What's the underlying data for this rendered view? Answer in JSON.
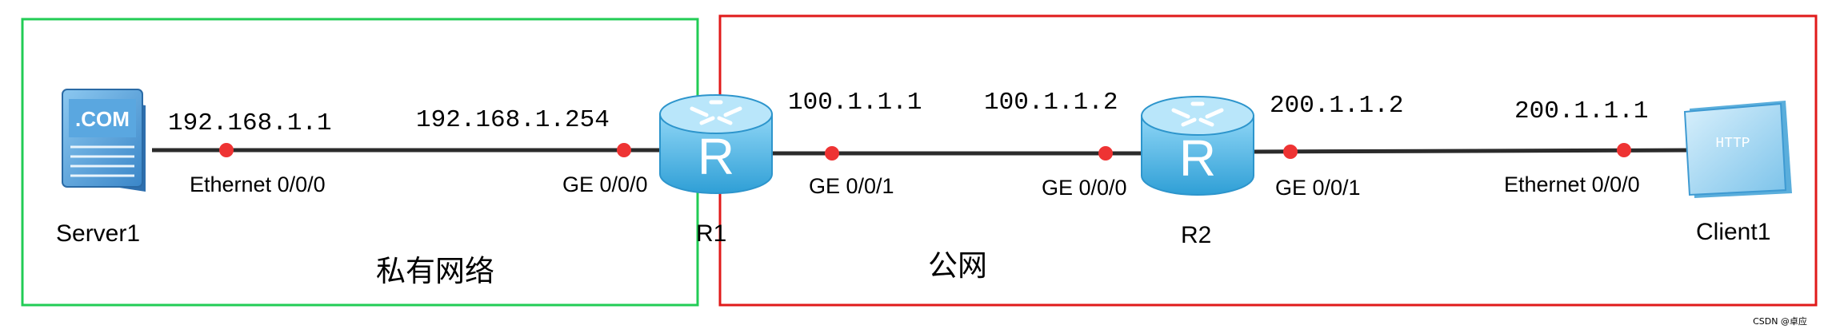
{
  "zones": {
    "private": {
      "label": "私有网络",
      "color": "#22cc55"
    },
    "public": {
      "label": "公网",
      "color": "#e01a1a"
    }
  },
  "devices": {
    "server": {
      "label": "Server1",
      "icon": "server-com-icon",
      "icon_text": ".COM"
    },
    "r1": {
      "label": "R1",
      "icon": "router-icon",
      "icon_text": "R"
    },
    "r2": {
      "label": "R2",
      "icon": "router-icon",
      "icon_text": "R"
    },
    "client": {
      "label": "Client1",
      "icon": "http-client-icon",
      "icon_text": "HTTP"
    }
  },
  "ips": {
    "server_eth": "192.168.1.1",
    "r1_ge000": "192.168.1.254",
    "r1_ge001": "100.1.1.1",
    "r2_ge000": "100.1.1.2",
    "r2_ge001": "200.1.1.2",
    "client_eth": "200.1.1.1"
  },
  "ports": {
    "server_eth": "Ethernet 0/0/0",
    "r1_ge000": "GE 0/0/0",
    "r1_ge001": "GE 0/0/1",
    "r2_ge000": "GE 0/0/0",
    "r2_ge001": "GE 0/0/1",
    "client_eth": "Ethernet 0/0/0"
  },
  "colors": {
    "link": "#2b2b2b",
    "port_dot": "#ee3333",
    "router_body": "#49b4e6",
    "router_top": "#9fdcf7"
  },
  "watermark": "CSDN @卓应"
}
